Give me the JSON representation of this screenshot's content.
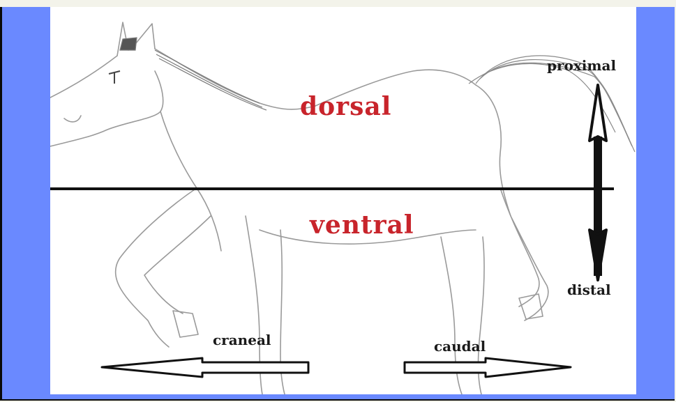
{
  "labels": {
    "dorsal": "dorsal",
    "ventral": "ventral",
    "proximal": "proximal",
    "distal": "distal",
    "craneal": "craneal",
    "caudal": "caudal"
  },
  "colors": {
    "frame": "#6a89ff",
    "panel": "#ffffff",
    "label_red": "#c8242b",
    "ink": "#111111"
  }
}
